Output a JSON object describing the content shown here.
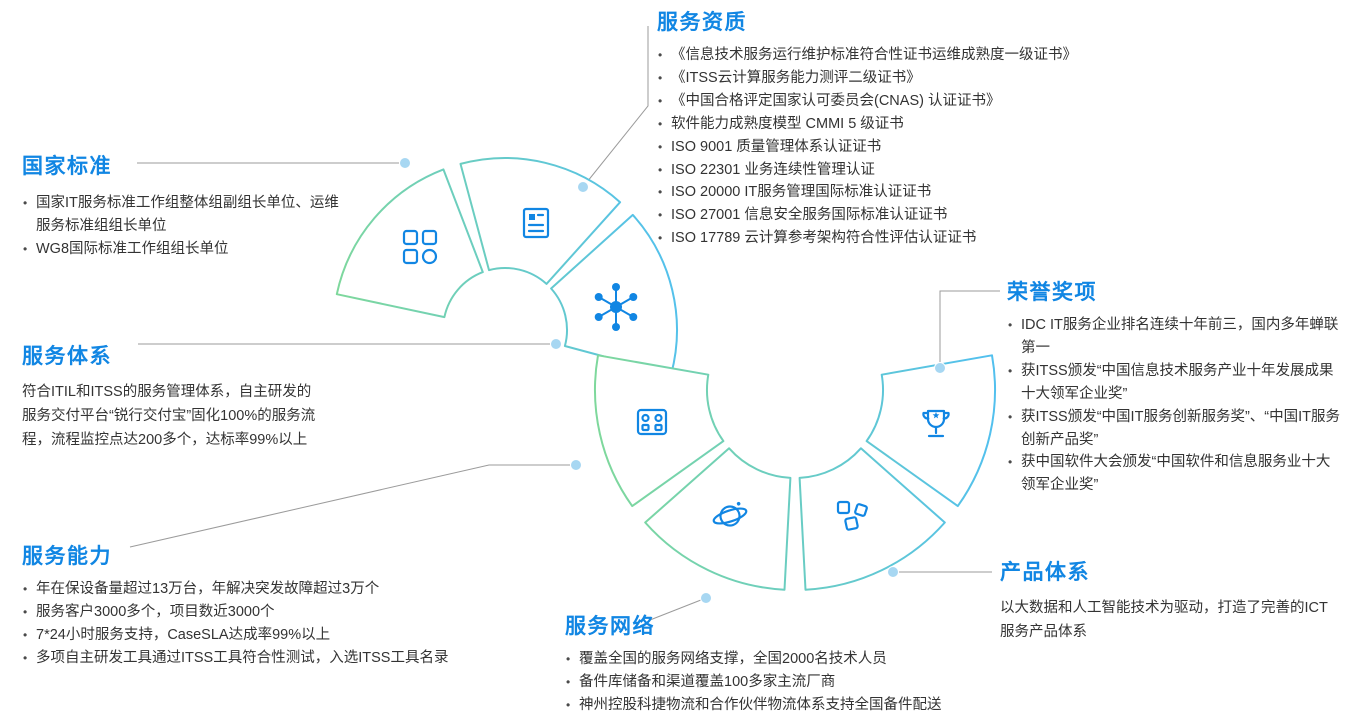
{
  "colors": {
    "accent": "#1186e3",
    "body_text": "#333333",
    "ring_gradient_start": "#7fd89b",
    "ring_gradient_end": "#52c0ee",
    "icon_blue": "#1186e3",
    "dot_fill": "#a7d7f2",
    "connector_line": "#9b9b9b"
  },
  "ring_segments": [
    {
      "section": "national_standards",
      "icon": "blocks-icon"
    },
    {
      "section": "service_qualifications",
      "icon": "document-icon"
    },
    {
      "section": "service_system",
      "icon": "atom-icon"
    },
    {
      "section": "service_capability",
      "icon": "dashboard-icon"
    },
    {
      "section": "service_network",
      "icon": "planet-icon"
    },
    {
      "section": "product_system",
      "icon": "modules-icon"
    },
    {
      "section": "honors",
      "icon": "trophy-icon"
    }
  ],
  "sections": {
    "national_standards": {
      "title": "国家标准",
      "items": [
        "国家IT服务标准工作组整体组副组长单位、运维服务标准组组长单位",
        "WG8国际标准工作组组长单位"
      ]
    },
    "service_qualifications": {
      "title": "服务资质",
      "items": [
        "《信息技术服务运行维护标准符合性证书运维成熟度一级证书》",
        "《ITSS云计算服务能力测评二级证书》",
        "《中国合格评定国家认可委员会(CNAS) 认证证书》",
        "软件能力成熟度模型 CMMI 5 级证书",
        "ISO 9001 质量管理体系认证证书",
        "ISO 22301 业务连续性管理认证",
        "ISO 20000 IT服务管理国际标准认证证书",
        "ISO 27001 信息安全服务国际标准认证证书",
        "ISO 17789 云计算参考架构符合性评估认证证书"
      ]
    },
    "service_system": {
      "title": "服务体系",
      "text": "符合ITIL和ITSS的服务管理体系，自主研发的服务交付平台“锐行交付宝”固化100%的服务流程，流程监控点达200多个，达标率99%以上"
    },
    "honors": {
      "title": "荣誉奖项",
      "items": [
        "IDC IT服务企业排名连续十年前三，国内多年蝉联第一",
        "获ITSS颁发“中国信息技术服务产业十年发展成果十大领军企业奖”",
        "获ITSS颁发“中国IT服务创新服务奖”、“中国IT服务创新产品奖”",
        "获中国软件大会颁发“中国软件和信息服务业十大领军企业奖”"
      ]
    },
    "service_capability": {
      "title": "服务能力",
      "items": [
        "年在保设备量超过13万台，年解决突发故障超过3万个",
        "服务客户3000多个，项目数近3000个",
        "7*24小时服务支持，CaseSLA达成率99%以上",
        "多项自主研发工具通过ITSS工具符合性测试，入选ITSS工具名录"
      ]
    },
    "service_network": {
      "title": "服务网络",
      "items": [
        "覆盖全国的服务网络支撑，全国2000名技术人员",
        "备件库储备和渠道覆盖100多家主流厂商",
        "神州控股科捷物流和合作伙伴物流体系支持全国备件配送"
      ]
    },
    "product_system": {
      "title": "产品体系",
      "text": "以大数据和人工智能技术为驱动，打造了完善的ICT服务产品体系"
    }
  }
}
